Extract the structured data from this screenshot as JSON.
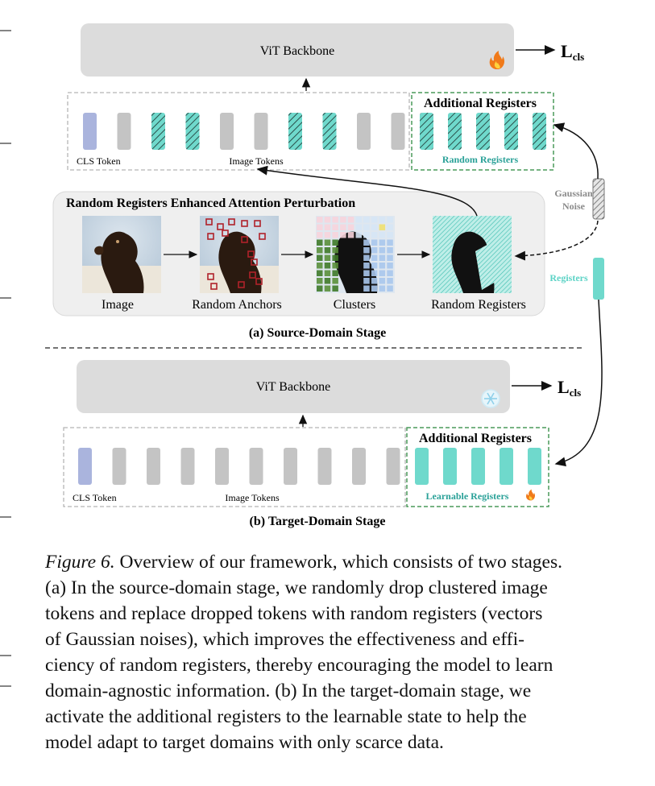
{
  "figure": {
    "source_stage": {
      "backbone_label": "ViT Backbone",
      "loss_main": "L",
      "loss_sub": "cls",
      "cls_token_label": "CLS Token",
      "image_tokens_label": "Image Tokens",
      "additional_registers_title": "Additional Registers",
      "random_registers_label": "Random Registers",
      "perturbation_title": "Random Registers Enhanced Attention Perturbation",
      "step_labels": [
        "Image",
        "Random Anchors",
        "Clusters",
        "Random Registers"
      ],
      "gaussian_noise_label_1": "Gaussian",
      "gaussian_noise_label_2": "Noise",
      "registers_label": "Registers",
      "stage_title": "(a) Source-Domain Stage"
    },
    "target_stage": {
      "backbone_label": "ViT Backbone",
      "loss_main": "L",
      "loss_sub": "cls",
      "cls_token_label": "CLS Token",
      "image_tokens_label": "Image Tokens",
      "additional_registers_title": "Additional Registers",
      "learnable_registers_label": "Learnable Registers",
      "stage_title": "(b) Target-Domain Stage"
    },
    "colors": {
      "backbone_fill": "#dcdcdc",
      "cls_token": "#aab4dd",
      "image_token": "#c4c4c4",
      "register_teal": "#6fd9cc",
      "register_text": "#2aa198",
      "dashed_border_green": "#4a9a5a"
    }
  },
  "caption": {
    "label": "Figure 6.",
    "lines": [
      " Overview of our framework, which consists of two stages.",
      "(a) In the source-domain stage, we randomly drop clustered image",
      "tokens and replace dropped tokens with random registers (vectors",
      "of Gaussian noises), which improves the effectiveness and effi-",
      "ciency of random registers, thereby encouraging the model to learn",
      "domain-agnostic information. (b) In the target-domain stage, we",
      "activate the additional registers to the learnable state to help the",
      "model adapt to target domains with only scarce data."
    ]
  }
}
